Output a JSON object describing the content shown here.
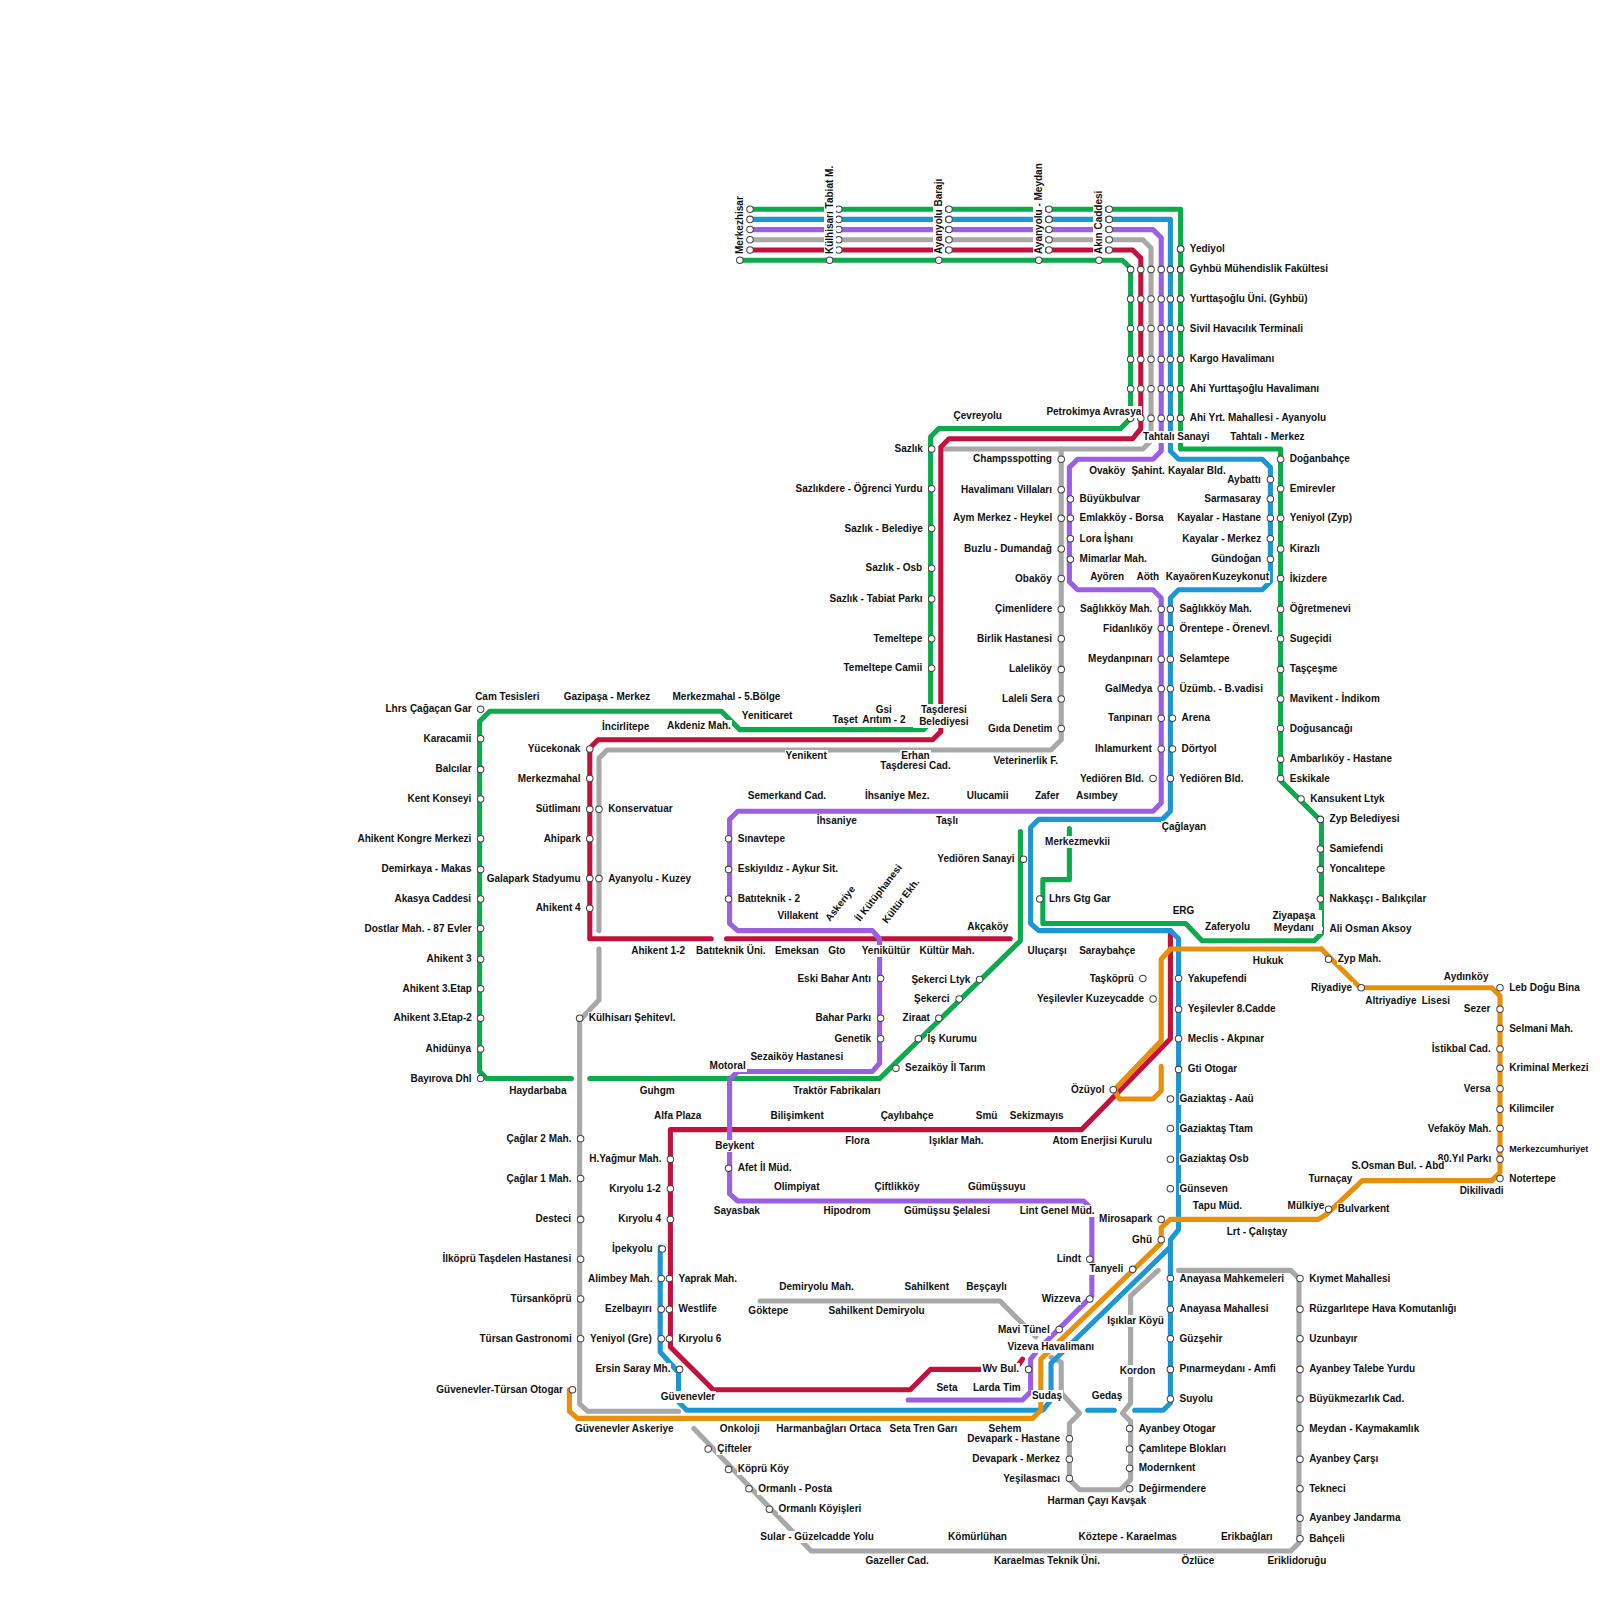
{
  "diagram": {
    "labels": [
      "Merkezhisar",
      "Külhisarı Tabiat M.",
      "Ayanyolu Barajı",
      "Ayanyolu - Meydan",
      "Akın Caddesi",
      "Yediyol",
      "Gyhbü Mühendislik Fakültesi",
      "Yurttaşoğlu Üni. (Gyhbü)",
      "Sivil Havacılık Terminali",
      "Kargo Havalimanı",
      "Ahi Yurttaşoğlu Havalimanı",
      "Ahi Yrt. Mahallesi - Ayanyolu",
      "Çevreyolu",
      "Petrokimya Avrasya",
      "Tahtalı Sanayi",
      "Tahtalı - Merkez",
      "Sazlık",
      "Champsspotting",
      "Doğanbahçe",
      "Ovaköy",
      "Şahint.",
      "Kayalar Bld.",
      "Aybattı",
      "Emirevler",
      "Havalimanı Villaları",
      "Sazlıkdere - Öğrenci Yurdu",
      "Büyükbulvar",
      "Sarmasaray",
      "Emlakköy - Borsa",
      "Aym Merkez - Heykel",
      "Kayalar - Hastane",
      "Yeniyol (Zyp)",
      "Sazlık - Belediye",
      "Lora İşhanı",
      "Kayalar - Merkez",
      "Buzlu - Dumandağ",
      "Kirazlı",
      "Mimarlar Mah.",
      "Gündoğan",
      "Sazlık - Osb",
      "Ayören",
      "Aöth",
      "Kayaören",
      "Kuzeykonut",
      "Obaköy",
      "İkizdere",
      "Sazlık - Tabiat Parkı",
      "Çimenlidere",
      "Sağlıkköy Mah.",
      "Sağlıkköy Mah.",
      "Öğretmenevi",
      "Fidanlıköy",
      "Örentepe - Örenevl.",
      "Temeltepe",
      "Birlik Hastanesi",
      "Sugeçidi",
      "Meydanpınarı",
      "Selamtepe",
      "Temeltepe Camii",
      "Laleliköy",
      "Taşçeşme",
      "GalMedya",
      "Üzümb. - B.vadisi",
      "Laleli Sera",
      "Mavikent - İndikom",
      "Tanpınarı",
      "Arena",
      "Gıda Denetim",
      "Doğusancağı",
      "Ihlamurkent",
      "Dörtyol",
      "Ambarlıköy - Hastane",
      "Veterinerlik F.",
      "Yediören Bld.",
      "Yediören Bld.",
      "Eskikale",
      "Kansukent Ltyk",
      "Zyp Belediyesi",
      "Samiefendi",
      "Yoncalıtepe",
      "Nakkaşçı - Balıkçılar",
      "Ali Osman Aksoy",
      "Cam Tesisleri",
      "Gazipaşa - Merkez",
      "Merkezmahal - 5.Bölge",
      "Lhrs Çağaçan Gar",
      "Yeniticaret",
      "Taşet",
      "Gsi",
      "Arıtım - 2",
      "Taşderesi Belediyesi",
      "İncirlitepe",
      "Akdeniz Mah.",
      "Yücekonak",
      "Yenikent",
      "Erhan",
      "Taşderesi Cad.",
      "Karacamii",
      "Balcılar",
      "Merkezmahal",
      "Kent Konseyi",
      "Sütlimanı",
      "Konservatuar",
      "Ahipark",
      "Ahikent Kongre Merkezi",
      "Demirkaya - Makas",
      "Galapark Stadyumu",
      "Ayanyolu - Kuzey",
      "Akasya Caddesi",
      "Ahikent 4",
      "Dostlar Mah. - 87 Evler",
      "Ahikent 1-2",
      "Ahikent 3",
      "Ahikent 3.Etap",
      "Ahikent 3.Etap-2",
      "Külhisarı Şehitevl.",
      "Ahidünya",
      "Bayırova Dhl",
      "Haydarbaba",
      "Guhgm",
      "Motoral",
      "Traktör Fabrikaları",
      "Semerkand Cad.",
      "İhsaniye Mez.",
      "Ulucamii",
      "Zafer",
      "Asımbey",
      "İhsaniye",
      "Taşlı",
      "Çağlayan",
      "Sınavtepe",
      "Merkezmevkii",
      "Yediören Sanayi",
      "Eskiyıldız - Aykur Sit.",
      "Batıteknik - 2",
      "Lhrs Gtg Gar",
      "Villakent",
      "Askeriye",
      "İl Kütüphanesi",
      "Kültür Ekh.",
      "Akçaköy",
      "ERG",
      "Zaferyolu",
      "Ziyapaşa Meydanı",
      "Batıteknik Üni.",
      "Emeksan",
      "Gto",
      "Yenikültür",
      "Kültür Mah.",
      "Uluçarşı",
      "Saraybahçe",
      "Hukuk",
      "Zyp Mah.",
      "Eski Bahar Antı",
      "Şekerci Ltyk",
      "Taşköprü",
      "Yakupefendi",
      "Aydınköy",
      "Riyadiye",
      "Leb Doğu Bina",
      "Şekerci",
      "Yeşilevler Kuzeycadde",
      "Altriyadiye",
      "Lisesi",
      "Yeşilevler 8.Cadde",
      "Sezer",
      "Bahar Parkı",
      "Ziraat",
      "Selmani Mah.",
      "Genetik",
      "İş Kurumu",
      "Meclis - Akpınar",
      "İstikbal Cad.",
      "Sezaiköy Hastanesi",
      "Sezaiköy İl Tarım",
      "Gti Otogar",
      "Kriminal Merkezi",
      "Özüyol",
      "Versa",
      "Gaziaktaş - Aaü",
      "Kilimciler",
      "Alfa Plaza",
      "Bilişimkent",
      "Çaylıbahçe",
      "Smü",
      "Sekizmayıs",
      "Gaziaktaş Ttam",
      "Vefaköy Mah.",
      "Flora",
      "Işıklar Mah.",
      "Atom Enerjisi Kurulu",
      "Beykent",
      "Merkezcumhuriyet",
      "Gaziaktaş Osb",
      "H.Yağmur Mah.",
      "80.Yıl Parkı",
      "S.Osman Bul. - Abd",
      "Afet İl Müd.",
      "Turnaçay",
      "Notertepe",
      "Olimpiyat",
      "Çiftlikköy",
      "Gümüşsuyu",
      "Günseven",
      "Kıryolu 1-2",
      "Dikilivadi",
      "Tapu Müd.",
      "Mülkiye",
      "Bulvarkent",
      "Sayasbak",
      "Hipodrom",
      "Gümüşsu Şelalesi",
      "Lint Genel Müd.",
      "Kıryolu 4",
      "Mirosapark",
      "Lrt - Çalıştay",
      "Ghü",
      "İpekyolu",
      "Lindt",
      "Tanyeli",
      "Anayasa Mahkemeleri",
      "Kıymet Mahallesi",
      "Yaprak Mah.",
      "Alimbey Mah.",
      "Demiryolu Mah.",
      "Sahilkent",
      "Beşçaylı",
      "Wizzeva",
      "Göktepe",
      "Sahilkent Demiryolu",
      "Westlife",
      "Ezelbayırı",
      "Anayasa Mahallesi",
      "Rüzgarlıtepe Hava Komutanlığı",
      "Işıklar Köyü",
      "Mavi Tünel",
      "Kıryolu 6",
      "Yeniyol (Gre)",
      "Güzşehir",
      "Uzunbayır",
      "Vizeva Havalimanı",
      "Wv Bul.",
      "Ersin Saray Mh.",
      "Kordon",
      "Pınarmeydanı - Amfi",
      "Ayanbey Talebe Yurdu",
      "Seta",
      "Larda Tim",
      "Güvenevler-Türsan Otogar",
      "Güvenevler",
      "Sudaş",
      "Gedaş",
      "Suyolu",
      "Büyükmezarlık Cad.",
      "Güvenevler Askeriye",
      "Onkoloji",
      "Harmanbağları",
      "Ortaca",
      "Seta Tren Garı",
      "Sehem",
      "Ayanbey Otogar",
      "Meydan - Kaymakamlık",
      "Devapark - Hastane",
      "Çifteler",
      "Çamlıtepe Blokları",
      "Devapark - Merkez",
      "Ayanbey Çarşı",
      "Köprü Köy",
      "Modernkent",
      "Yeşilasmacı",
      "Ormanlı - Posta",
      "Değirmendere",
      "Tekneci",
      "Harman Çayı Kavşak",
      "Ormanlı Köyişleri",
      "Ayanbey Jandarma",
      "Sular - Güzelcadde Yolu",
      "Kömürlühan",
      "Köztepe - Karaelmas",
      "Erikbağları",
      "Bahçeli",
      "Gazeller Cad.",
      "Karaelmas Teknik Üni.",
      "Özlüce",
      "Eriklidoruğu",
      "Çağlar 2 Mah.",
      "Çağlar 1 Mah.",
      "Desteci",
      "İlköprü Taşdelen Hastanesi",
      "Türsanköprü",
      "Türsan Gastronomi"
    ]
  }
}
